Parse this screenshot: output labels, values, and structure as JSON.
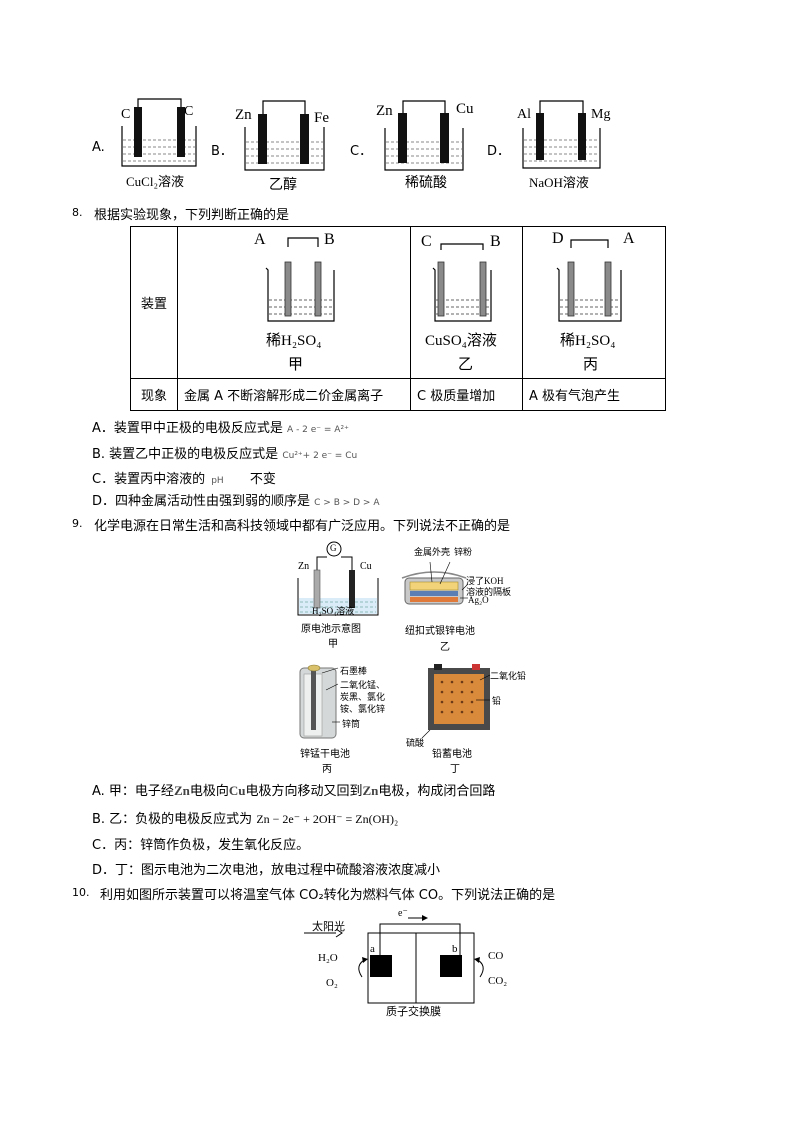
{
  "q7_options": {
    "A": {
      "letter": "A.",
      "left": "C",
      "right": "C",
      "solution": "CuCl₂溶液"
    },
    "B": {
      "letter": "B．",
      "left": "Zn",
      "right": "Fe",
      "solution": "乙醇"
    },
    "C": {
      "letter": "C．",
      "left": "Zn",
      "right": "Cu",
      "solution": "稀硫酸"
    },
    "D": {
      "letter": "D．",
      "left": "Al",
      "right": "Mg",
      "solution": "NaOH溶液"
    }
  },
  "q8": {
    "number": "8.",
    "stem": "根据实验现象，下列判断正确的是",
    "row1_label": "装置",
    "row2_label": "现象",
    "cells": [
      {
        "left": "A",
        "right": "B",
        "solution": "稀H₂SO₄",
        "name": "甲",
        "phenomenon": "金属 A 不断溶解形成二价金属离子"
      },
      {
        "left": "C",
        "right": "B",
        "solution": "CuSO₄溶液",
        "name": "乙",
        "phenomenon": "C 极质量增加"
      },
      {
        "left": "D",
        "right": "A",
        "solution": "稀H₂SO₄",
        "name": "丙",
        "phenomenon": "A 极有气泡产生"
      }
    ],
    "options": {
      "A": {
        "text": "A．装置甲中正极的电极反应式是",
        "formula": "A - 2 e⁻ = A²⁺"
      },
      "B": {
        "text": "B.  装置乙中正极的电极反应式是",
        "formula": "Cu²⁺+ 2 e⁻ = Cu"
      },
      "C": {
        "text": "C．装置丙中溶液的",
        "formula": "pH",
        "tail": "不变"
      },
      "D": {
        "text": "D．四种金属活动性由强到弱的顺序是",
        "formula": "C > B > D > A"
      }
    }
  },
  "q9": {
    "number": "9.",
    "stem": "化学电源在日常生活和高科技领域中都有广泛应用。下列说法不正确的是",
    "fig_jia": {
      "meter": "G",
      "left": "Zn",
      "right": "Cu",
      "solution": "H₂SO₄溶液",
      "caption": "原电池示意图",
      "name": "甲"
    },
    "fig_yi": {
      "labels": [
        "金属外壳",
        "锌粉",
        "浸了KOH",
        "溶液的隔板",
        "Ag₂O"
      ],
      "caption": "纽扣式银锌电池",
      "name": "乙"
    },
    "fig_bing": {
      "labels": [
        "石墨棒",
        "二氧化锰、",
        "炭黑、氯化",
        "铵、氯化锌",
        "锌筒"
      ],
      "caption": "锌锰干电池",
      "name": "丙"
    },
    "fig_ding": {
      "labels": [
        "二氧化铅",
        "铅",
        "硫酸"
      ],
      "caption": "铅蓄电池",
      "name": "丁"
    },
    "options": {
      "A": {
        "p1": "A.  甲：电子经",
        "m1": "Zn",
        "p2": "电极向",
        "m2": "Cu",
        "p3": "电极方向移动又回到",
        "m3": "Zn",
        "p4": "电极，构成闭合回路"
      },
      "B": {
        "text": "B.  乙：负极的电极反应式为",
        "formula": "Zn − 2e⁻ + 2OH⁻ = Zn(OH)₂"
      },
      "C": {
        "text": "C．丙：锌筒作负极，发生氧化反应。"
      },
      "D": {
        "text": "D．丁：图示电池为二次电池，放电过程中硫酸溶液浓度减小"
      }
    }
  },
  "q10": {
    "number": "10.",
    "stem": "利用如图所示装置可以将温室气体 CO₂转化为燃料气体 CO。下列说法正确的是",
    "sun": "太阳光",
    "electron": "e⁻",
    "a": "a",
    "b": "b",
    "h2o": "H₂O",
    "o2": "O₂",
    "co": "CO",
    "co2": "CO₂",
    "membrane": "质子交换膜"
  }
}
